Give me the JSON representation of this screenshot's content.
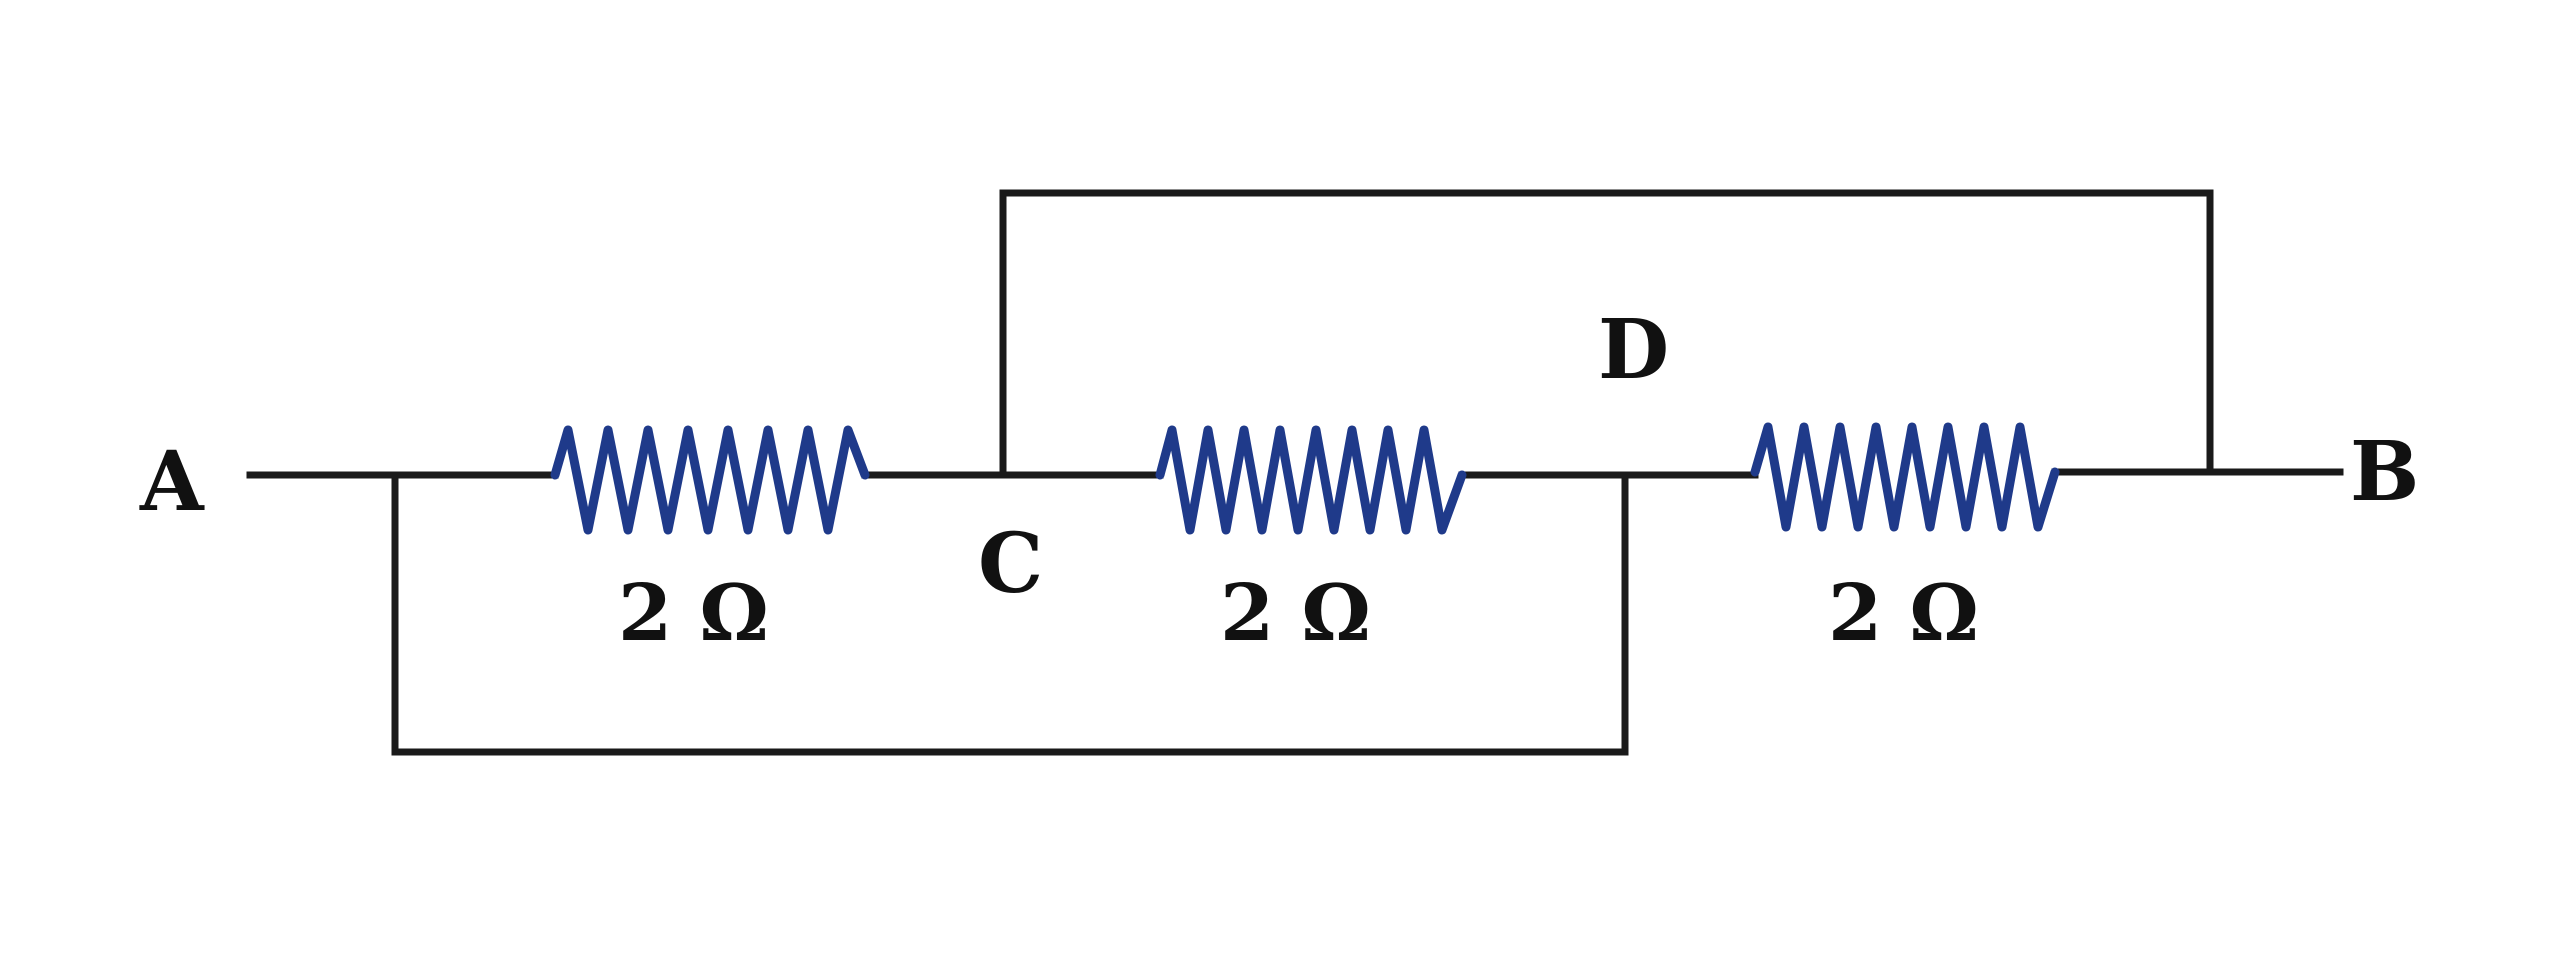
{
  "nodes": {
    "a": "A",
    "b": "B",
    "c": "C",
    "d": "D"
  },
  "resistors": [
    {
      "value": "2 Ω"
    },
    {
      "value": "2 Ω"
    },
    {
      "value": "2 Ω"
    }
  ],
  "colors": {
    "wire": "#1a1a1a",
    "resistor": "#1f3a8a",
    "background": "#ffffff"
  }
}
